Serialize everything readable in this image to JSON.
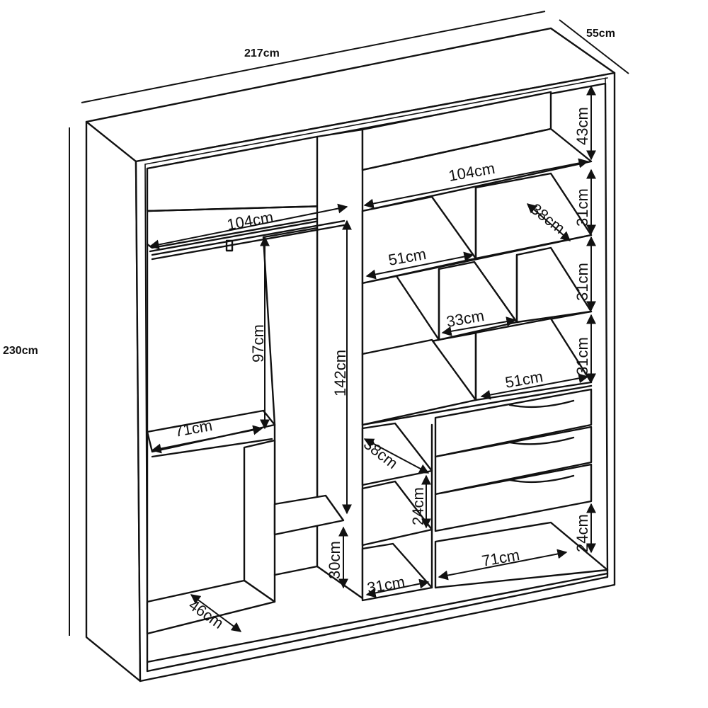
{
  "overall": {
    "width": "217cm",
    "depth": "55cm",
    "height": "230cm"
  },
  "labels": {
    "top_left_shelf_width": "104cm",
    "top_right_shelf_width": "104cm",
    "top_right_compartment_height": "43cm",
    "hanging_rail_height": "97cm",
    "long_hanging_height": "142cm",
    "lower_left_shelf_width": "71cm",
    "bottom_left_depth": "46cm",
    "bottom_shelf_height": "30cm",
    "upper_middle_width": "51cm",
    "upper_right_depth": "38cm",
    "upper_right_height": "31cm",
    "middle_width": "33cm",
    "middle_right_height": "31cm",
    "lower_right_width": "51cm",
    "lower_right_height": "31cm",
    "drawer_section_depth": "38cm",
    "drawer_section_shelf_height": "24cm",
    "bottom_small_width": "31cm",
    "bottom_wide_width": "71cm",
    "bottom_right_height": "24cm"
  },
  "colors": {
    "line": "#111111",
    "background": "#ffffff"
  }
}
